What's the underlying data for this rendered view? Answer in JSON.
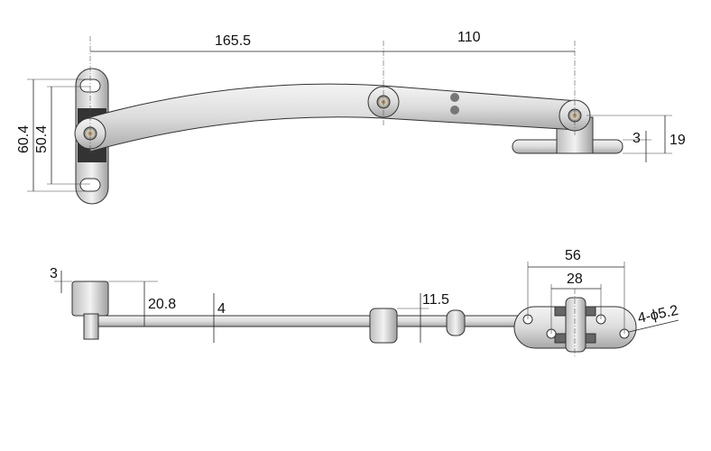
{
  "top_view": {
    "dim_arm_left": "165.5",
    "dim_arm_right": "110",
    "dim_bracket_height": "60.4",
    "dim_hole_spacing": "50.4",
    "dim_plate_thickness": "3",
    "dim_pivot_height": "19"
  },
  "side_view": {
    "dim_cap_offset": "3",
    "dim_cap_height": "20.8",
    "dim_bar_thickness": "4",
    "dim_pivot_height": "11.5",
    "dim_plate_outer": "56",
    "dim_plate_inner": "28",
    "dim_holes": "4-ϕ5.2"
  },
  "colors": {
    "metal_light": "#e6e6e6",
    "metal_dark": "#555555",
    "line": "#222222"
  }
}
